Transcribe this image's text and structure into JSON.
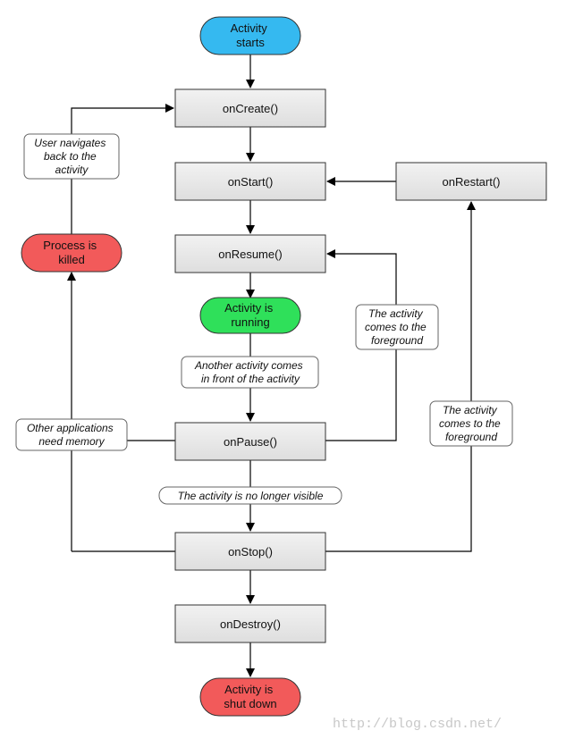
{
  "nodes": {
    "start": {
      "lines": [
        "Activity",
        "starts"
      ],
      "color": "#35b9f0"
    },
    "onCreate": {
      "label": "onCreate()"
    },
    "onStart": {
      "label": "onStart()"
    },
    "onRestart": {
      "label": "onRestart()"
    },
    "onResume": {
      "label": "onResume()"
    },
    "running": {
      "lines": [
        "Activity is",
        "running"
      ],
      "color": "#2fe05a"
    },
    "onPause": {
      "label": "onPause()"
    },
    "onStop": {
      "label": "onStop()"
    },
    "onDestroy": {
      "label": "onDestroy()"
    },
    "killed": {
      "lines": [
        "Process is",
        "killed"
      ],
      "color": "#f25a5a"
    },
    "shutdown": {
      "lines": [
        "Activity is",
        "shut down"
      ],
      "color": "#f25a5a"
    }
  },
  "notes": {
    "user_navigates": [
      "User navigates",
      "back to the",
      "activity"
    ],
    "another_activity": [
      "Another activity comes",
      "in front of the activity"
    ],
    "foreground_1": [
      "The activity",
      "comes to the",
      "foreground"
    ],
    "foreground_2": [
      "The activity",
      "comes to the",
      "foreground"
    ],
    "other_apps": [
      "Other applications",
      "need memory"
    ],
    "no_longer_visible": [
      "The activity is no longer visible"
    ]
  },
  "watermark": "http://blog.csdn.net/"
}
